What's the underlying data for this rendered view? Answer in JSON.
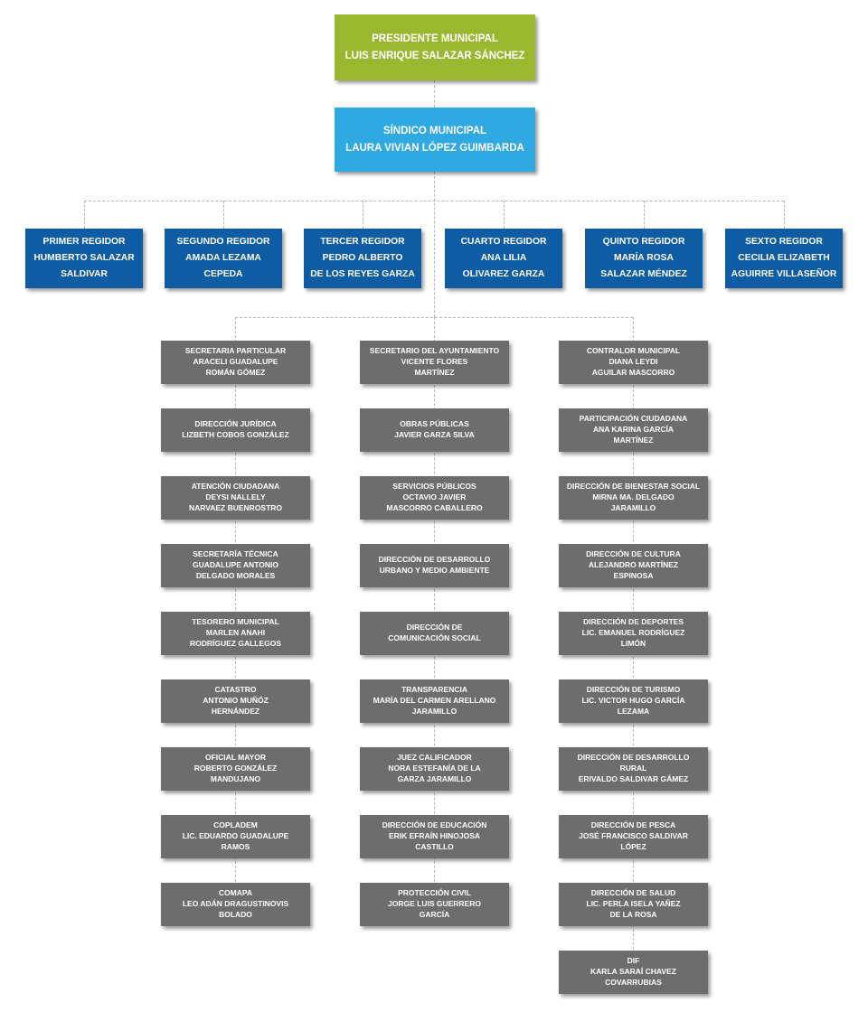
{
  "colors": {
    "president_bg": "#9ab82f",
    "sindico_bg": "#2fa9e1",
    "regidor_bg": "#0d5ca4",
    "dept_bg": "#6d6d6d",
    "connector": "#b5b5b5"
  },
  "org": {
    "president": {
      "lines": [
        "PRESIDENTE MUNICIPAL",
        "LUIS ENRIQUE SALAZAR SÁNCHEZ"
      ]
    },
    "sindico": {
      "lines": [
        "SÍNDICO MUNICIPAL",
        "LAURA VIVIAN LÓPEZ GUIMBARDA"
      ]
    },
    "regidores": [
      {
        "lines": [
          "PRIMER REGIDOR",
          "HUMBERTO SALAZAR",
          "SALDIVAR"
        ]
      },
      {
        "lines": [
          "SEGUNDO REGIDOR",
          "AMADA LEZAMA",
          "CEPEDA"
        ]
      },
      {
        "lines": [
          "TERCER REGIDOR",
          "PEDRO ALBERTO",
          "DE LOS REYES GARZA"
        ]
      },
      {
        "lines": [
          "CUARTO REGIDOR",
          "ANA LILIA",
          "OLIVAREZ GARZA"
        ]
      },
      {
        "lines": [
          "QUINTO REGIDOR",
          "MARÍA ROSA",
          "SALAZAR MÉNDEZ"
        ]
      },
      {
        "lines": [
          "SEXTO REGIDOR",
          "CECILIA ELIZABETH",
          "AGUIRRE VILLASEÑOR"
        ]
      }
    ],
    "columns": [
      {
        "boxes": [
          {
            "lines": [
              "SECRETARIA PARTICULAR",
              "ARACELI GUADALUPE",
              "ROMÁN GÓMEZ"
            ]
          },
          {
            "lines": [
              "DIRECCIÓN JURÍDICA",
              "LIZBETH COBOS GONZÁLEZ"
            ]
          },
          {
            "lines": [
              "ATENCIÓN CIUDADANA",
              "DEYSI NALLELY",
              "NARVAEZ BUENROSTRO"
            ]
          },
          {
            "lines": [
              "SECRETARÍA TÉCNICA",
              "GUADALUPE ANTONIO",
              "DELGADO MORALES"
            ]
          },
          {
            "lines": [
              "TESORERO MUNICIPAL",
              "MARLEN ANAHI",
              "RODRÍGUEZ GALLEGOS"
            ]
          },
          {
            "lines": [
              "CATASTRO",
              "ANTONIO MUÑÓZ",
              "HERNÁNDEZ"
            ]
          },
          {
            "lines": [
              "OFICIAL MAYOR",
              "ROBERTO GONZÁLEZ",
              "MANDUJANO"
            ]
          },
          {
            "lines": [
              "COPLADEM",
              "LIC. EDUARDO GUADALUPE",
              "RAMOS"
            ]
          },
          {
            "lines": [
              "COMAPA",
              "LEO ADÁN DRAGUSTINOVIS",
              "BOLADO"
            ]
          }
        ]
      },
      {
        "boxes": [
          {
            "lines": [
              "SECRETARIO DEL AYUNTAMIENTO",
              "VICENTE FLORES",
              "MARTÍNEZ"
            ]
          },
          {
            "lines": [
              "OBRAS PÚBLICAS",
              "JAVIER GARZA SILVA"
            ]
          },
          {
            "lines": [
              "SERVICIOS PÚBLICOS",
              "OCTAVIO JAVIER",
              "MASCORRO CABALLERO"
            ]
          },
          {
            "lines": [
              "DIRECCIÓN DE DESARROLLO",
              "URBANO Y MEDIO AMBIENTE"
            ]
          },
          {
            "lines": [
              "DIRECCIÓN DE",
              "COMUNICACIÓN SOCIAL"
            ]
          },
          {
            "lines": [
              "TRANSPARENCIA",
              "MARÍA DEL CARMEN ARELLANO",
              "JARAMILLO"
            ]
          },
          {
            "lines": [
              "JUEZ CALIFICADOR",
              "NORA ESTEFANÍA DE LA",
              "GARZA JARAMILLO"
            ]
          },
          {
            "lines": [
              "DIRECCIÓN DE EDUCACIÓN",
              "ERIK EFRAÍN HINOJOSA",
              "CASTILLO"
            ]
          },
          {
            "lines": [
              "PROTECCIÓN CIVIL",
              "JORGE LUIS GUERRERO",
              "GARCÍA"
            ]
          }
        ]
      },
      {
        "boxes": [
          {
            "lines": [
              "CONTRALOR MUNICIPAL",
              "DIANA LEYDI",
              "AGUILAR MASCORRO"
            ]
          },
          {
            "lines": [
              "PARTICIPACIÓN CIUDADANA",
              "ANA KARINA GARCÍA",
              "MARTÍNEZ"
            ]
          },
          {
            "lines": [
              "DIRECCIÓN DE BIENESTAR SOCIAL",
              "MIRNA MA. DELGADO",
              "JARAMILLO"
            ]
          },
          {
            "lines": [
              "DIRECCIÓN DE CULTURA",
              "ALEJANDRO MARTÍNEZ",
              "ESPINOSA"
            ]
          },
          {
            "lines": [
              "DIRECCIÓN DE DEPORTES",
              "LIC. EMANUEL RODRÍGUEZ",
              "LIMÓN"
            ]
          },
          {
            "lines": [
              "DIRECCIÓN DE TURISMO",
              "LIC. VICTOR HUGO GARCÍA",
              "LEZAMA"
            ]
          },
          {
            "lines": [
              "DIRECCIÓN DE DESARROLLO RURAL",
              "ERIVALDO SALDIVAR GÁMEZ"
            ]
          },
          {
            "lines": [
              "DIRECCIÓN DE PESCA",
              "JOSÉ FRANCISCO SALDIVAR",
              "LÓPEZ"
            ]
          },
          {
            "lines": [
              "DIRECCIÓN DE SALUD",
              "LIC. PERLA ISELA YAÑEZ",
              "DE LA ROSA"
            ]
          },
          {
            "lines": [
              "DIF",
              "KARLA SARAÍ CHAVEZ",
              "COVARRUBIAS"
            ]
          }
        ]
      }
    ]
  }
}
